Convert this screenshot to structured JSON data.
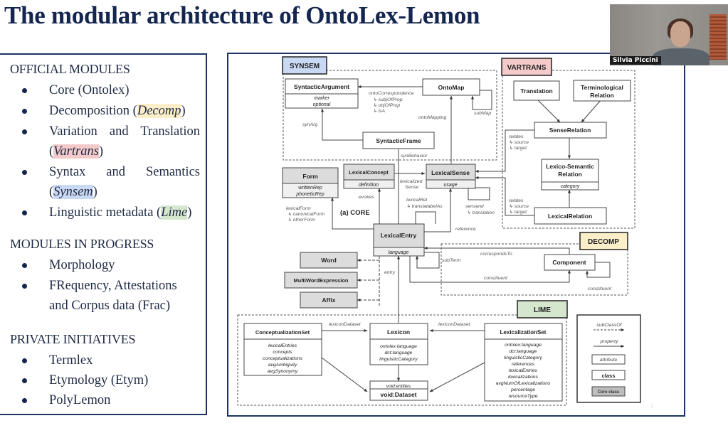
{
  "slide": {
    "title": "The modular architecture of OntoLex-Lemon"
  },
  "left_panel": {
    "official_heading": "OFFICIAL MODULES",
    "official": [
      {
        "text": "Core (Ontolex)"
      },
      {
        "pre": "Decomposition (",
        "tag": "Decomp",
        "post": ")"
      },
      {
        "line1": "Variation and Translation",
        "pre": "(",
        "tag": "Vartrans",
        "post": ")"
      },
      {
        "line1": "Syntax and Semantics",
        "pre": "(",
        "tag": "Synsem",
        "post": ")"
      },
      {
        "pre": "Linguistic metadata (",
        "tag": "Lime",
        "post": ")"
      }
    ],
    "progress_heading": "MODULES IN PROGRESS",
    "progress": [
      {
        "text": "Morphology"
      },
      {
        "line1": "FRequency, Attestations",
        "line2": "and Corpus data (Frac)"
      }
    ],
    "private_heading": "PRIVATE INITIATIVES",
    "private": [
      {
        "text": "Termlex"
      },
      {
        "text": "Etymology (Etym)"
      },
      {
        "text": "PolyLemon"
      }
    ]
  },
  "video": {
    "participant_name": "Silvia Piccini"
  },
  "diagram": {
    "colors": {
      "synsem": "#c9d8f3",
      "vartrans": "#f3c9c9",
      "decomp": "#fbeec8",
      "lime": "#d5e6cf",
      "core": "#dcdcdc",
      "frame": "#1d3461"
    },
    "modules": {
      "synsem": "SYNSEM",
      "vartrans": "VARTRANS",
      "decomp": "DECOMP",
      "lime": "LIME",
      "core": "(a) CORE"
    },
    "classes": {
      "syntactic_argument": {
        "name": "SyntacticArgument",
        "attrs": [
          "marker",
          "optional"
        ]
      },
      "onto_map": {
        "name": "OntoMap"
      },
      "syntactic_frame": {
        "name": "SyntacticFrame"
      },
      "translation": {
        "name": "Translation"
      },
      "terminological_relation": {
        "name": "Terminological",
        "name2": "Relation"
      },
      "sense_relation": {
        "name": "SenseRelation"
      },
      "lexico_semantic_relation": {
        "name": "Lexico-Semantic",
        "name2": "Relation",
        "attrs": [
          "category"
        ]
      },
      "lexical_relation": {
        "name": "LexicalRelation"
      },
      "form": {
        "name": "Form",
        "attrs": [
          "writtenRep",
          "phoneticRep"
        ]
      },
      "lexical_concept": {
        "name": "LexicalConcept",
        "attrs": [
          "definition"
        ]
      },
      "lexical_sense": {
        "name": "LexicalSense",
        "attrs": [
          "usage"
        ]
      },
      "lexical_entry": {
        "name": "LexicalEntry",
        "attrs": [
          "language"
        ]
      },
      "word": {
        "name": "Word"
      },
      "multiword": {
        "name": "MultiWordExpression"
      },
      "affix": {
        "name": "Affix"
      },
      "component": {
        "name": "Component"
      },
      "conceptualization_set": {
        "name": "ConceptualizationSet",
        "attrs": [
          "lexicalEntries",
          "concepts",
          "conceptualizations",
          "avgAmbiguity",
          "avgSynonymy"
        ]
      },
      "lexicon": {
        "name": "Lexicon",
        "attrs": [
          "ontolex:language",
          "dct:language",
          "linguisticCategory"
        ]
      },
      "lexicalization_set": {
        "name": "LexicalizationSet",
        "attrs": [
          "ontolex:language",
          "dct:language",
          "linguisticCategory",
          "references",
          "lexicalEntries",
          "lexicalizations",
          "avgNumOfLexicalizations",
          "percentage",
          "resourceType"
        ]
      },
      "void_dataset": {
        "name": "void:Dataset",
        "attrs": [
          "void:entities"
        ]
      }
    },
    "labels": {
      "onto_correspondence": "ontoCorrespondence",
      "subj_of_prop": "↳ subjOfProp",
      "obj_of_prop": "↳ objOfProp",
      "is_a": "↳ isA",
      "onto_mapping": "ontoMapping",
      "sub_map": "subMap",
      "syn_arg": "synArg",
      "syn_behavior": "synBehavior",
      "relates1": "relates",
      "source1": "↳ source",
      "target1": "↳ target",
      "relates2": "relates",
      "source2": "↳ source",
      "target2": "↳ target",
      "lexicalized": "lexicalized",
      "sense": "Sense",
      "evokes": "evokes",
      "lexical_rel": "lexicalRel",
      "translatable_as": "↳ translatabelAs",
      "senserel": "senserel",
      "translation_rel": "↳ translation",
      "reference": "reference",
      "lexical_form": "lexicalForm",
      "canonical_form": "↳ canonicalForm",
      "other_form": "↳ otherForm",
      "corresponds_to": "correspondsTo",
      "sub_term": "subTerm",
      "constituent1": "constituent",
      "constituent2": "constituent",
      "entry": "entry",
      "lexicon_dataset1": "lexiconDataset",
      "lexicon_dataset2": "lexiconDataset"
    },
    "legend": {
      "subclass_of": "subClassOf",
      "property": "property",
      "attribute": "attribute",
      "class": "class",
      "core_class": "Core class"
    },
    "page_marker": "I"
  }
}
